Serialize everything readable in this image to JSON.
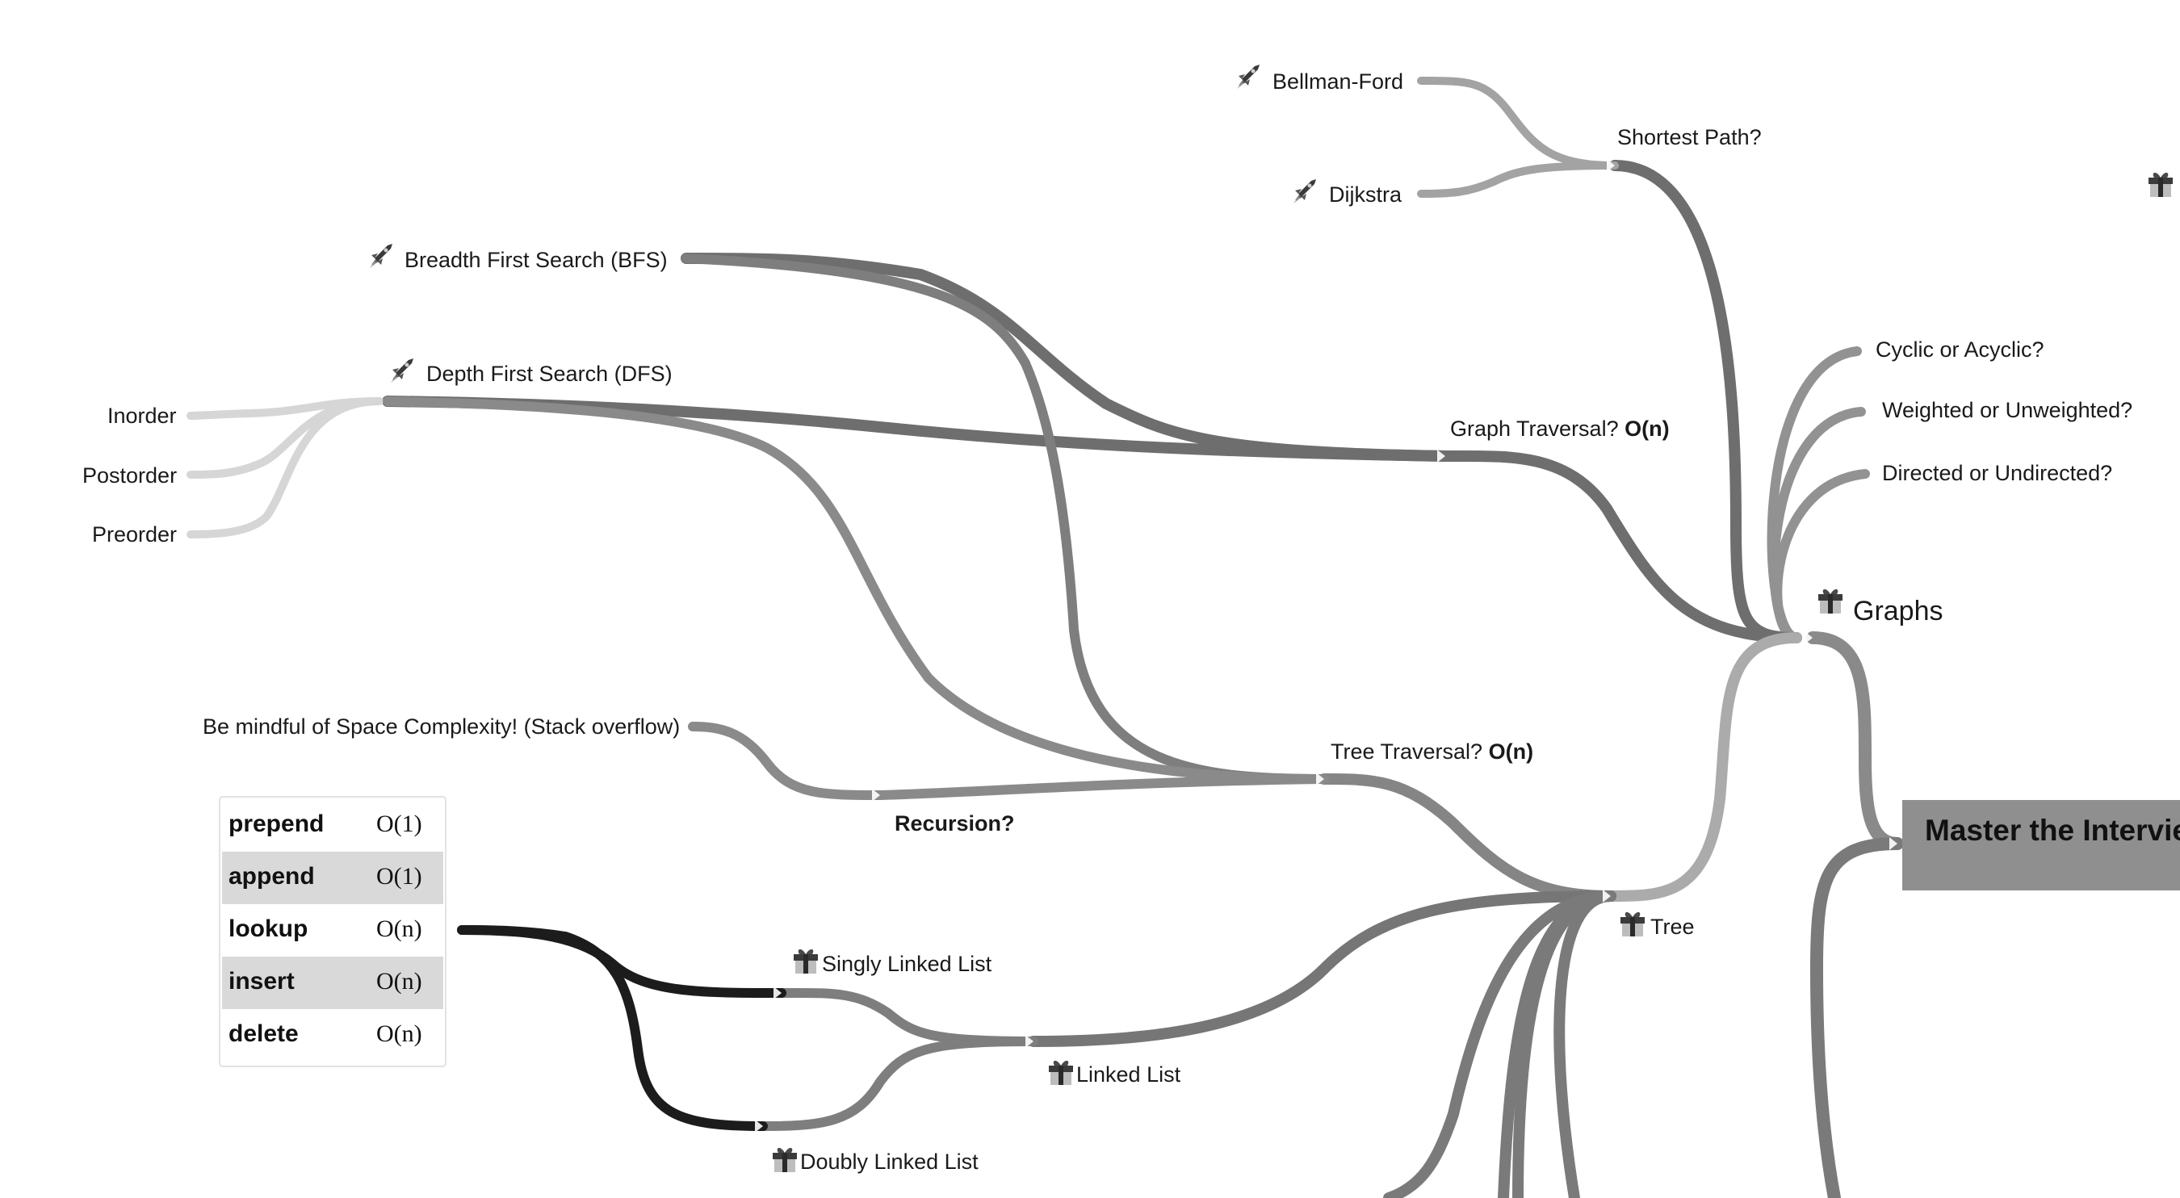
{
  "root": {
    "title": "Master the Intervie"
  },
  "topics": {
    "graphs": "Graphs",
    "tree": "Tree",
    "linked_list": "Linked List",
    "singly_linked_list": "Singly Linked List",
    "doubly_linked_list": "Doubly Linked List"
  },
  "graphs": {
    "shortest_path": "Shortest Path?",
    "bellman_ford": "Bellman-Ford",
    "dijkstra": "Dijkstra",
    "cyclic": "Cyclic or Acyclic?",
    "weighted": "Weighted or Unweighted?",
    "directed": "Directed or Undirected?",
    "graph_traversal": "Graph Traversal?",
    "graph_traversal_complexity": "O(n)"
  },
  "search": {
    "bfs": "Breadth First Search (BFS)",
    "dfs": "Depth First Search (DFS)",
    "inorder": "Inorder",
    "postorder": "Postorder",
    "preorder": "Preorder"
  },
  "tree": {
    "tree_traversal": "Tree Traversal?",
    "tree_traversal_complexity": "O(n)",
    "recursion": "Recursion?",
    "space_note": "Be mindful of Space Complexity! (Stack overflow)"
  },
  "complexity_table": {
    "rows": [
      {
        "op": "prepend",
        "cx": "O(1)",
        "shaded": false
      },
      {
        "op": "append",
        "cx": "O(1)",
        "shaded": true
      },
      {
        "op": "lookup",
        "cx": "O(n)",
        "shaded": false
      },
      {
        "op": "insert",
        "cx": "O(n)",
        "shaded": true
      },
      {
        "op": "delete",
        "cx": "O(n)",
        "shaded": false
      }
    ]
  },
  "icons": {
    "rocket": "rocket-icon",
    "gift": "gift-icon"
  },
  "colors": {
    "branch_dark": "#6e6e6e",
    "branch_mid": "#858585",
    "branch_light": "#a8a8a8",
    "branch_faint": "#d6d6d6",
    "branch_black": "#1c1c1c",
    "root_fill": "#8f8f8f"
  }
}
